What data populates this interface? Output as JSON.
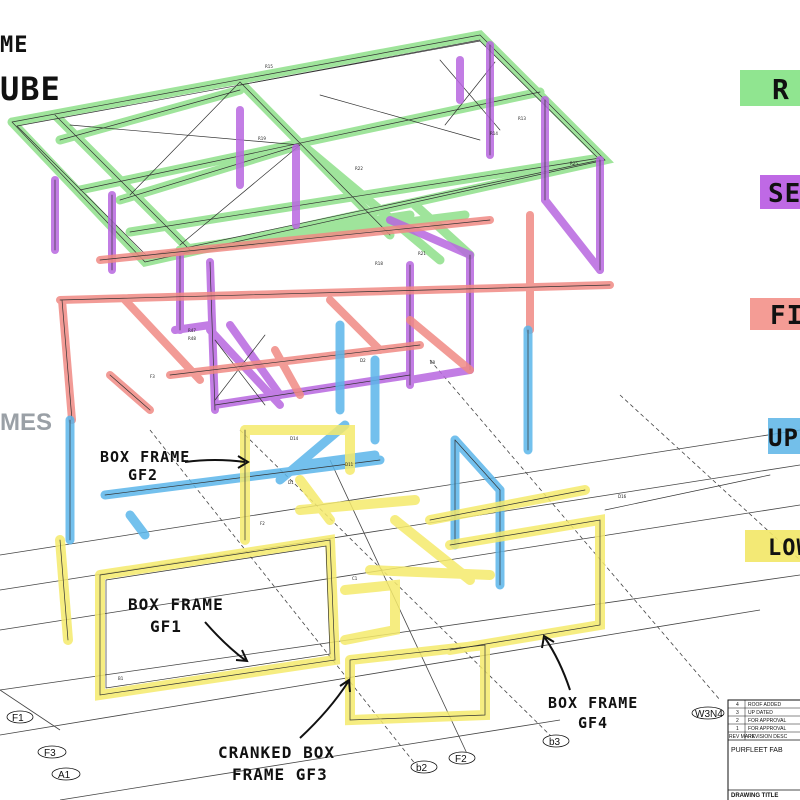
{
  "header": {
    "top_left_fragment_1": "ME",
    "top_left_fragment_2": "UBE",
    "left_fragment": "MES"
  },
  "legend": [
    {
      "label": "R",
      "color": "#7CE07C"
    },
    {
      "label": "SE",
      "color": "#B44FE0"
    },
    {
      "label": "FI",
      "color": "#F28B82"
    },
    {
      "label": "UP",
      "color": "#5AB4E6"
    },
    {
      "label": "LOW",
      "color": "#F2E766"
    }
  ],
  "annotations": {
    "gf2_line1": "BOX FRAME",
    "gf2_line2": "GF2",
    "gf1_line1": "BOX FRAME",
    "gf1_line2": "GF1",
    "gf3_line1": "CRANKED BOX",
    "gf3_line2": "FRAME GF3",
    "gf4_line1": "BOX FRAME",
    "gf4_line2": "GF4"
  },
  "grid_labels": {
    "f1": "F1",
    "f3": "F3",
    "a1": "A1",
    "b2": "b2",
    "f2": "F2",
    "b3": "b3",
    "w3n4": "W3N4"
  },
  "title_block": {
    "revisions": [
      {
        "mark": "4",
        "description": "ROOF ADDED"
      },
      {
        "mark": "3",
        "description": "UP DATED"
      },
      {
        "mark": "2",
        "description": "FOR APPROVAL"
      },
      {
        "mark": "1",
        "description": "FOR APPROVAL"
      }
    ],
    "rev_mark_header": "REV MARK",
    "revision_desc_header": "REVISION DESC",
    "project": "PURFLEET FAB",
    "drawing_title_label": "DRAWING TITLE"
  },
  "member_tags": {
    "r15": "R15",
    "r13": "R13",
    "r19": "R19",
    "r22": "R22",
    "r25": "R25",
    "r14": "R14",
    "r18": "R18",
    "r21": "R21",
    "r47": "R47",
    "r48": "R48",
    "d1": "D1",
    "d2": "D2",
    "d11": "D11",
    "b1": "B1",
    "c1": "C1",
    "f3tag": "F3",
    "f2tag": "F2",
    "d14": "D14",
    "d16": "D16",
    "e8": "E8"
  },
  "colors": {
    "green": "#8FE08A",
    "purple": "#B867E0",
    "red": "#F08A84",
    "blue": "#5BB6EA",
    "yellow": "#F5EA6C",
    "line": "#333333"
  }
}
